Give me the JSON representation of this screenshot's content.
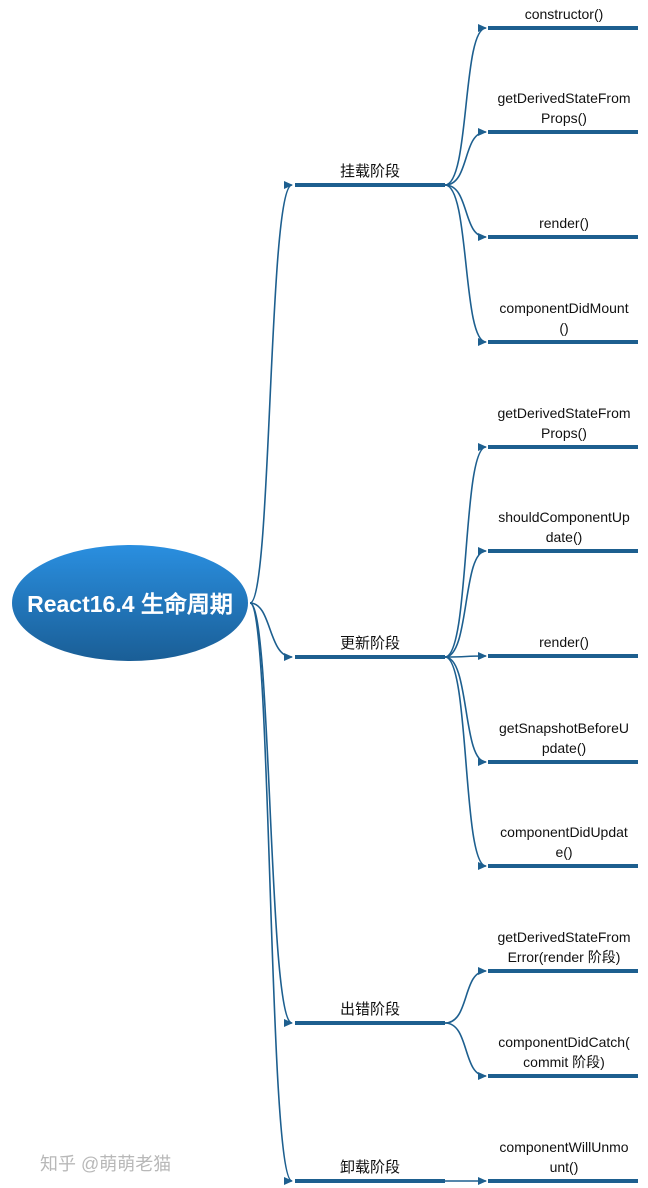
{
  "root": {
    "label": "React16.4 生命周期"
  },
  "colors": {
    "line": "#1d5f8f",
    "root_fill_top": "#2a8fe0",
    "root_fill_bottom": "#1a5e96"
  },
  "branches": [
    {
      "label": "挂载阶段",
      "children": [
        {
          "lines": [
            "constructor()"
          ]
        },
        {
          "lines": [
            "getDerivedStateFrom",
            "Props()"
          ]
        },
        {
          "lines": [
            "render()"
          ]
        },
        {
          "lines": [
            "componentDidMount",
            "()"
          ]
        }
      ]
    },
    {
      "label": "更新阶段",
      "children": [
        {
          "lines": [
            "getDerivedStateFrom",
            "Props()"
          ]
        },
        {
          "lines": [
            "shouldComponentUp",
            "date()"
          ]
        },
        {
          "lines": [
            "render()"
          ]
        },
        {
          "lines": [
            "getSnapshotBeforeU",
            "pdate()"
          ]
        },
        {
          "lines": [
            "componentDidUpdat",
            "e()"
          ]
        }
      ]
    },
    {
      "label": "出错阶段",
      "children": [
        {
          "lines": [
            "getDerivedStateFrom",
            "Error(render 阶段)"
          ]
        },
        {
          "lines": [
            "componentDidCatch(",
            "commit 阶段)"
          ]
        }
      ]
    },
    {
      "label": "卸载阶段",
      "children": [
        {
          "lines": [
            "componentWillUnmo",
            "unt()"
          ]
        }
      ]
    }
  ],
  "watermark": "知乎 @萌萌老猫"
}
